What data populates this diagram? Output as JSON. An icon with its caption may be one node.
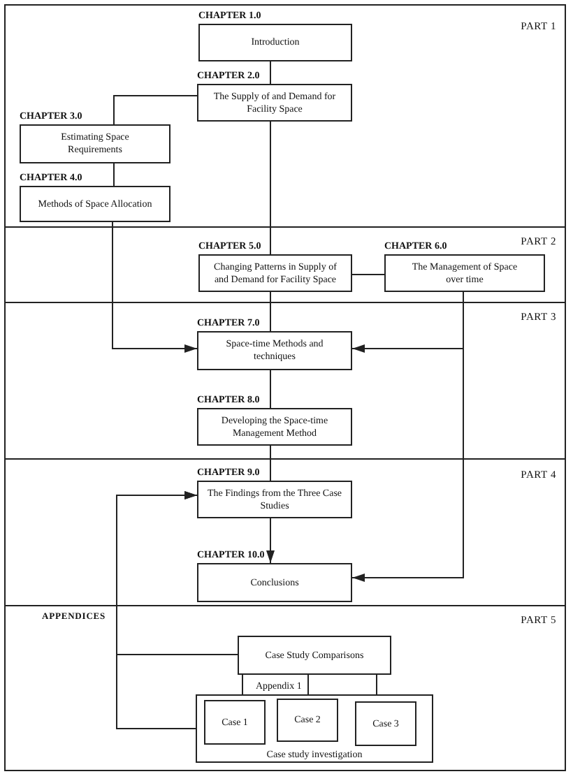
{
  "diagram": {
    "nodes": [
      {
        "text": [
          "PART 1"
        ]
      },
      {
        "text": [
          "CHAPTER 1.0",
          "Introduction"
        ],
        "in": 0
      },
      {
        "text": [
          "CHAPTER 2.0",
          "The Supply of and Demand for Facility Space"
        ],
        "in": 0
      },
      {
        "text": [
          "CHAPTER 3.0",
          "Estimating Space Requirements"
        ],
        "in": 0
      },
      {
        "text": [
          "CHAPTER 4.0",
          "Methods of Space Allocation"
        ],
        "in": 0
      },
      {
        "text": [
          "PART 2"
        ]
      },
      {
        "text": [
          "CHAPTER 5.0",
          "Changing Patterns in Supply of and Demand for Facility Space"
        ],
        "in": 5
      },
      {
        "text": [
          "CHAPTER 6.0",
          "The Management of Space over time"
        ],
        "in": 5
      },
      {
        "text": [
          "PART 3"
        ]
      },
      {
        "text": [
          "CHAPTER 7.0",
          "Space-time Methods and techniques"
        ],
        "in": 8
      },
      {
        "text": [
          "CHAPTER 8.0",
          "Developing the Space-time Management Method"
        ],
        "in": 8
      },
      {
        "text": [
          "PART 4"
        ]
      },
      {
        "text": [
          "CHAPTER 9.0",
          "The Findings from the Three Case Studies"
        ],
        "in": 11
      },
      {
        "text": [
          "CHAPTER 10.0",
          "Conclusions"
        ],
        "in": 11
      },
      {
        "text": [
          "PART 5"
        ]
      },
      {
        "text": [
          "Case Study Comparisons"
        ],
        "in": 14
      },
      {
        "text": [
          "Appendix 1",
          "Case study investigation"
        ],
        "in": 14
      },
      {
        "text": [
          "Case 1"
        ],
        "in": 16
      },
      {
        "text": [
          "Case 2"
        ],
        "in": 16
      },
      {
        "text": [
          "Case 3"
        ],
        "in": 16
      }
    ],
    "edges": [
      {
        "from": 1,
        "to": 2,
        "arrow": "none"
      },
      {
        "from": 2,
        "to": 3,
        "arrow": "none"
      },
      {
        "from": 3,
        "to": 4,
        "arrow": "none"
      },
      {
        "from": 2,
        "to": 6,
        "arrow": "none"
      },
      {
        "from": 6,
        "to": 7,
        "arrow": "none"
      },
      {
        "from": 4,
        "to": 9,
        "arrow": "to"
      },
      {
        "from": 6,
        "to": 9,
        "arrow": "none"
      },
      {
        "from": 7,
        "to": 9,
        "arrow": "to"
      },
      {
        "from": 7,
        "to": 13,
        "arrow": "to"
      },
      {
        "from": 9,
        "to": 10,
        "arrow": "none"
      },
      {
        "from": 10,
        "to": 12,
        "arrow": "none"
      },
      {
        "from": 12,
        "to": 13,
        "arrow": "to"
      },
      {
        "from": 15,
        "to": 12,
        "arrow": "to"
      },
      {
        "from": 16,
        "to": 12,
        "arrow": "to"
      },
      {
        "from": 15,
        "to": 17,
        "arrow": "none"
      },
      {
        "from": 15,
        "to": 18,
        "arrow": "none"
      },
      {
        "from": 15,
        "to": 19,
        "arrow": "none"
      }
    ],
    "labels": [
      "APPENDICES"
    ]
  }
}
